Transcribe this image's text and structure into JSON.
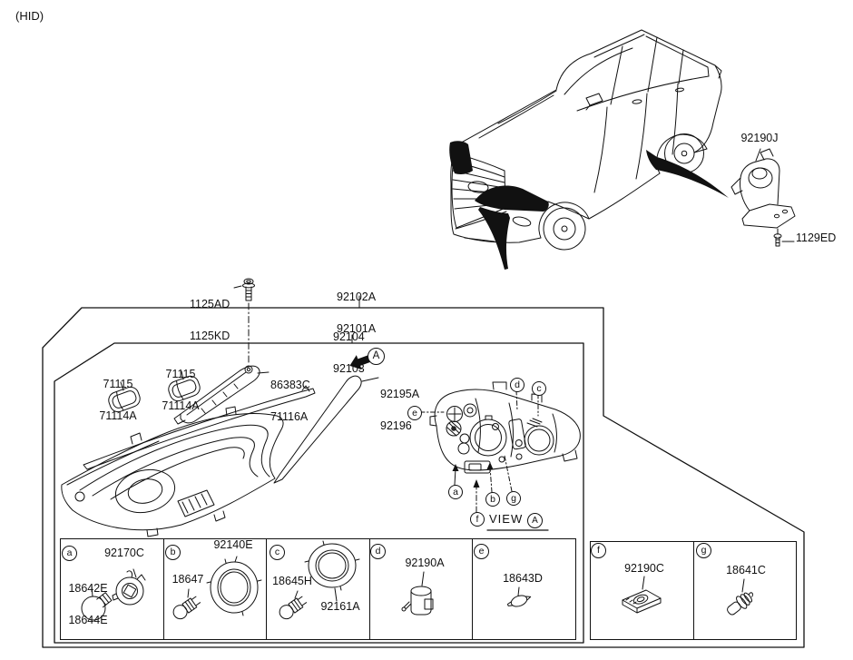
{
  "labels": {
    "variant": "(HID)",
    "overview_bracket": "92190J",
    "overview_bolt": "1129ED",
    "mount_bolt": [
      "1125AD",
      "1125KD"
    ],
    "assembly": [
      "92102A",
      "92101A"
    ],
    "unit": [
      "92104",
      "92103"
    ],
    "clip_front": [
      "71115",
      "71114A"
    ],
    "clip_rear": [
      "71115",
      "71114A"
    ],
    "side_bracket": [
      "86383C",
      "71116A"
    ],
    "moulding": [
      "92195A",
      "92196"
    ],
    "view_caption": "VIEW",
    "view_ref": "A",
    "direction_ref": "A"
  },
  "callouts": {
    "a": "a",
    "b": "b",
    "c": "c",
    "d": "d",
    "e": "e",
    "f": "f",
    "g": "g"
  },
  "legend": {
    "cells": [
      {
        "ref": "a",
        "labels": [
          "92170C",
          "18642E",
          "18644E"
        ]
      },
      {
        "ref": "b",
        "labels": [
          "92140E",
          "18647"
        ]
      },
      {
        "ref": "c",
        "labels": [
          "18645H",
          "92161A"
        ]
      },
      {
        "ref": "d",
        "labels": [
          "92190A"
        ]
      },
      {
        "ref": "e",
        "labels": [
          "18643D"
        ]
      },
      {
        "ref": "f",
        "labels": [
          "92190C"
        ]
      },
      {
        "ref": "g",
        "labels": [
          "18641C"
        ]
      }
    ]
  },
  "colors": {
    "ink": "#111111",
    "background": "#ffffff"
  }
}
